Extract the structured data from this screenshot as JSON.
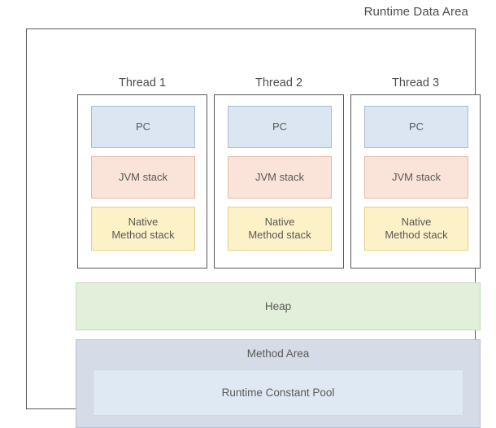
{
  "diagram": {
    "title": "Runtime Data Area",
    "threads": [
      {
        "label": "Thread 1",
        "slots": [
          {
            "name": "pc",
            "label": "PC",
            "color": "#dce6f2"
          },
          {
            "name": "jvm-stack",
            "label": "JVM stack",
            "color": "#fae3d9"
          },
          {
            "name": "native-method-stack",
            "label": "Native\nMethod stack",
            "color": "#fdf1c8"
          }
        ]
      },
      {
        "label": "Thread 2",
        "slots": [
          {
            "name": "pc",
            "label": "PC",
            "color": "#dce6f2"
          },
          {
            "name": "jvm-stack",
            "label": "JVM stack",
            "color": "#fae3d9"
          },
          {
            "name": "native-method-stack",
            "label": "Native\nMethod stack",
            "color": "#fdf1c8"
          }
        ]
      },
      {
        "label": "Thread 3",
        "slots": [
          {
            "name": "pc",
            "label": "PC",
            "color": "#dce6f2"
          },
          {
            "name": "jvm-stack",
            "label": "JVM stack",
            "color": "#fae3d9"
          },
          {
            "name": "native-method-stack",
            "label": "Native\nMethod stack",
            "color": "#fdf1c8"
          }
        ]
      }
    ],
    "shared": {
      "heap": {
        "label": "Heap",
        "color": "#e2efda"
      },
      "method_area": {
        "label": "Method Area",
        "color": "#d5dce8",
        "constant_pool": {
          "label": "Runtime Constant Pool",
          "color": "#dfe9f4"
        }
      }
    },
    "colors": {
      "frame_border": "#595959",
      "text": "#595959",
      "background": "#ffffff"
    }
  }
}
